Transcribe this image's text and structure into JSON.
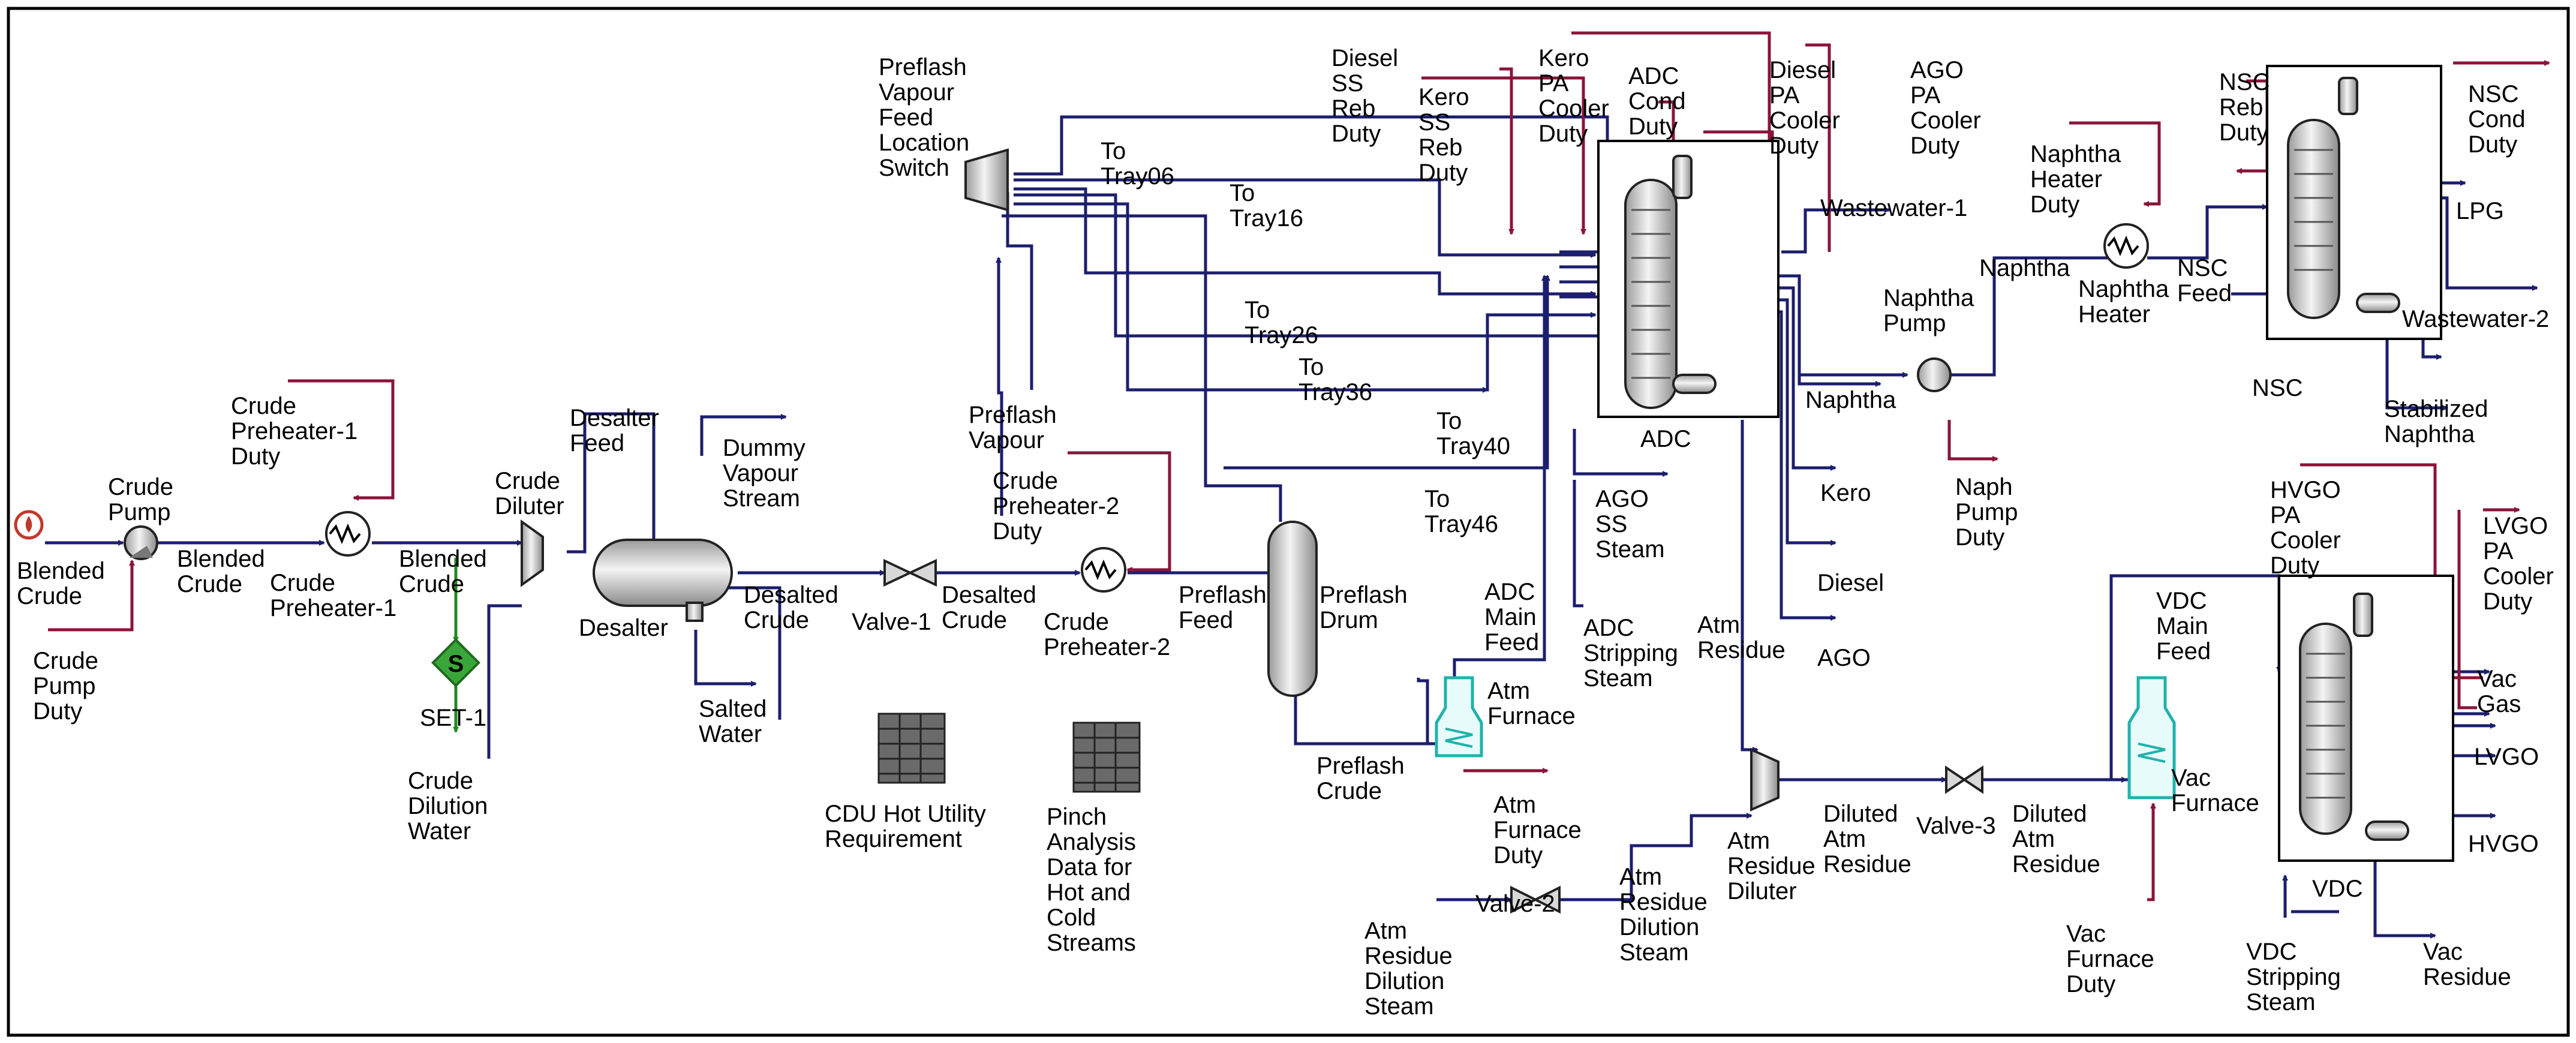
{
  "colors": {
    "material_stream": "#1c1e6e",
    "energy_stream": "#8a1538",
    "logical_stream": "#1f8a1f",
    "furnace": "#20b2aa"
  },
  "labels": {
    "blended_crude_feed": [
      "Blended",
      "Crude"
    ],
    "crude_pump_duty": [
      "Crude",
      "Pump",
      "Duty"
    ],
    "crude_pump": [
      "Crude",
      "Pump"
    ],
    "blended_crude_mid": [
      "Blended",
      "Crude"
    ],
    "crude_preheater1_duty": [
      "Crude",
      "Preheater-1",
      "Duty"
    ],
    "crude_preheater1": [
      "Crude",
      "Preheater-1"
    ],
    "blended_crude_2": [
      "Blended",
      "Crude"
    ],
    "set1": "SET-1",
    "crude_dilution_water": [
      "Crude",
      "Dilution",
      "Water"
    ],
    "crude_diluter": [
      "Crude",
      "Diluter"
    ],
    "desalter_feed": [
      "Desalter",
      "Feed"
    ],
    "desalter": "Desalter",
    "dummy_vapour": [
      "Dummy",
      "Vapour",
      "Stream"
    ],
    "salted_water": [
      "Salted",
      "Water"
    ],
    "desalted_crude_1": [
      "Desalted",
      "Crude"
    ],
    "valve1": "Valve-1",
    "desalted_crude_2": [
      "Desalted",
      "Crude"
    ],
    "crude_preheater2_duty": [
      "Crude",
      "Preheater-2",
      "Duty"
    ],
    "crude_preheater2": [
      "Crude",
      "Preheater-2"
    ],
    "preflash_feed": [
      "Preflash",
      "Feed"
    ],
    "preflash_drum": [
      "Preflash",
      "Drum"
    ],
    "preflash_crude": [
      "Preflash",
      "Crude"
    ],
    "preflash_vapour": [
      "Preflash",
      "Vapour"
    ],
    "preflash_switch": [
      "Preflash",
      "Vapour",
      "Feed",
      "Location",
      "Switch"
    ],
    "cdu_hot_utility": [
      "CDU Hot Utility",
      "Requirement"
    ],
    "pinch_data": [
      "Pinch",
      "Analysis",
      "Data for",
      "Hot and",
      "Cold",
      "Streams"
    ],
    "to_tray06": [
      "To",
      "Tray06"
    ],
    "to_tray16": [
      "To",
      "Tray16"
    ],
    "to_tray26": [
      "To",
      "Tray26"
    ],
    "to_tray36": [
      "To",
      "Tray36"
    ],
    "to_tray40": [
      "To",
      "Tray40"
    ],
    "to_tray46": [
      "To",
      "Tray46"
    ],
    "diesel_ss_reb_duty": [
      "Diesel",
      "SS",
      "Reb",
      "Duty"
    ],
    "kero_ss_reb_duty": [
      "Kero",
      "SS",
      "Reb",
      "Duty"
    ],
    "kero_pa_cooler_duty": [
      "Kero",
      "PA",
      "Cooler",
      "Duty"
    ],
    "adc_cond_duty": [
      "ADC",
      "Cond",
      "Duty"
    ],
    "diesel_pa_cooler_duty": [
      "Diesel",
      "PA",
      "Cooler",
      "Duty"
    ],
    "ago_pa_cooler_duty": [
      "AGO",
      "PA",
      "Cooler",
      "Duty"
    ],
    "wastewater1": "Wastewater-1",
    "adc": "ADC",
    "ago_ss_steam": [
      "AGO",
      "SS",
      "Steam"
    ],
    "adc_stripping_steam": [
      "ADC",
      "Stripping",
      "Steam"
    ],
    "adc_main_feed": [
      "ADC",
      "Main",
      "Feed"
    ],
    "atm_furnace": [
      "Atm",
      "Furnace"
    ],
    "atm_furnace_duty": [
      "Atm",
      "Furnace",
      "Duty"
    ],
    "atm_residue_top": [
      "Atm",
      "Residue"
    ],
    "kero": "Kero",
    "diesel": "Diesel",
    "ago": "AGO",
    "naphtha_1": "Naphtha",
    "naphtha_pump": [
      "Naphtha",
      "Pump"
    ],
    "naph_pump_duty": [
      "Naph",
      "Pump",
      "Duty"
    ],
    "naphtha_2": "Naphtha",
    "naphtha_heater_duty": [
      "Naphtha",
      "Heater",
      "Duty"
    ],
    "naphtha_heater": [
      "Naphtha",
      "Heater"
    ],
    "nsc_feed": [
      "NSC",
      "Feed"
    ],
    "nsc_reb_duty": [
      "NSC",
      "Reb",
      "Duty"
    ],
    "nsc_cond_duty": [
      "NSC",
      "Cond",
      "Duty"
    ],
    "lpg": "LPG",
    "wastewater2": "Wastewater-2",
    "nsc": "NSC",
    "stabilized_naphtha": [
      "Stabilized",
      "Naphtha"
    ],
    "atm_residue_dil_steam": [
      "Atm",
      "Residue",
      "Dilution",
      "Steam"
    ],
    "valve2": "Valve-2",
    "atm_residue_dil_steam_2": [
      "Atm",
      "Residue",
      "Dilution",
      "Steam"
    ],
    "atm_residue_diluter": [
      "Atm",
      "Residue",
      "Diluter"
    ],
    "diluted_atm_residue_1": [
      "Diluted",
      "Atm",
      "Residue"
    ],
    "valve3": "Valve-3",
    "diluted_atm_residue_2": [
      "Diluted",
      "Atm",
      "Residue"
    ],
    "vac_furnace": [
      "Vac",
      "Furnace"
    ],
    "vac_furnace_duty": [
      "Vac",
      "Furnace",
      "Duty"
    ],
    "vdc_main_feed": [
      "VDC",
      "Main",
      "Feed"
    ],
    "hvgo_pa_cooler_duty": [
      "HVGO",
      "PA",
      "Cooler",
      "Duty"
    ],
    "lvgo_pa_cooler_duty": [
      "LVGO",
      "PA",
      "Cooler",
      "Duty"
    ],
    "vac_gas": [
      "Vac",
      "Gas"
    ],
    "lvgo": "LVGO",
    "hvgo": "HVGO",
    "vdc": "VDC",
    "vdc_stripping_steam": [
      "VDC",
      "Stripping",
      "Steam"
    ],
    "vac_residue": [
      "Vac",
      "Residue"
    ]
  }
}
